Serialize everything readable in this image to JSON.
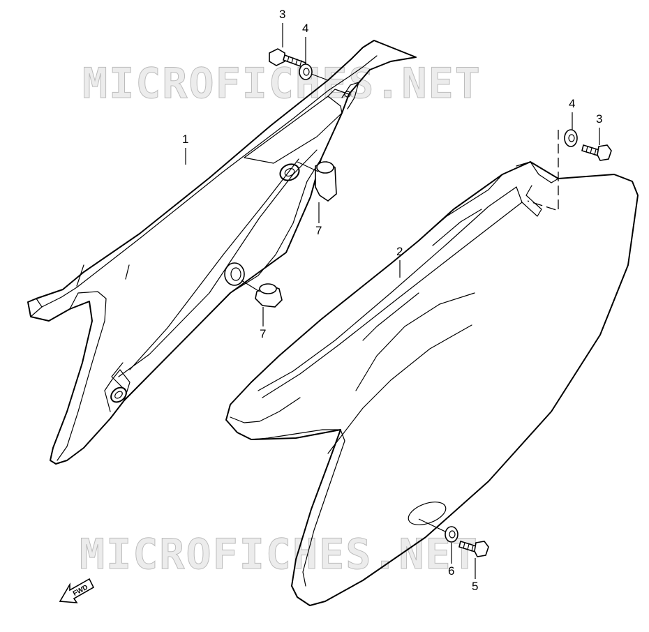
{
  "watermark": "MICROFICHES.NET",
  "direction_label": "FWD",
  "callouts": {
    "part_1": "1",
    "part_2": "2",
    "part_3_top": "3",
    "part_4_top": "4",
    "part_3_right": "3",
    "part_4_right": "4",
    "part_5": "5",
    "part_6": "6",
    "part_7_upper": "7",
    "part_7_lower": "7"
  }
}
